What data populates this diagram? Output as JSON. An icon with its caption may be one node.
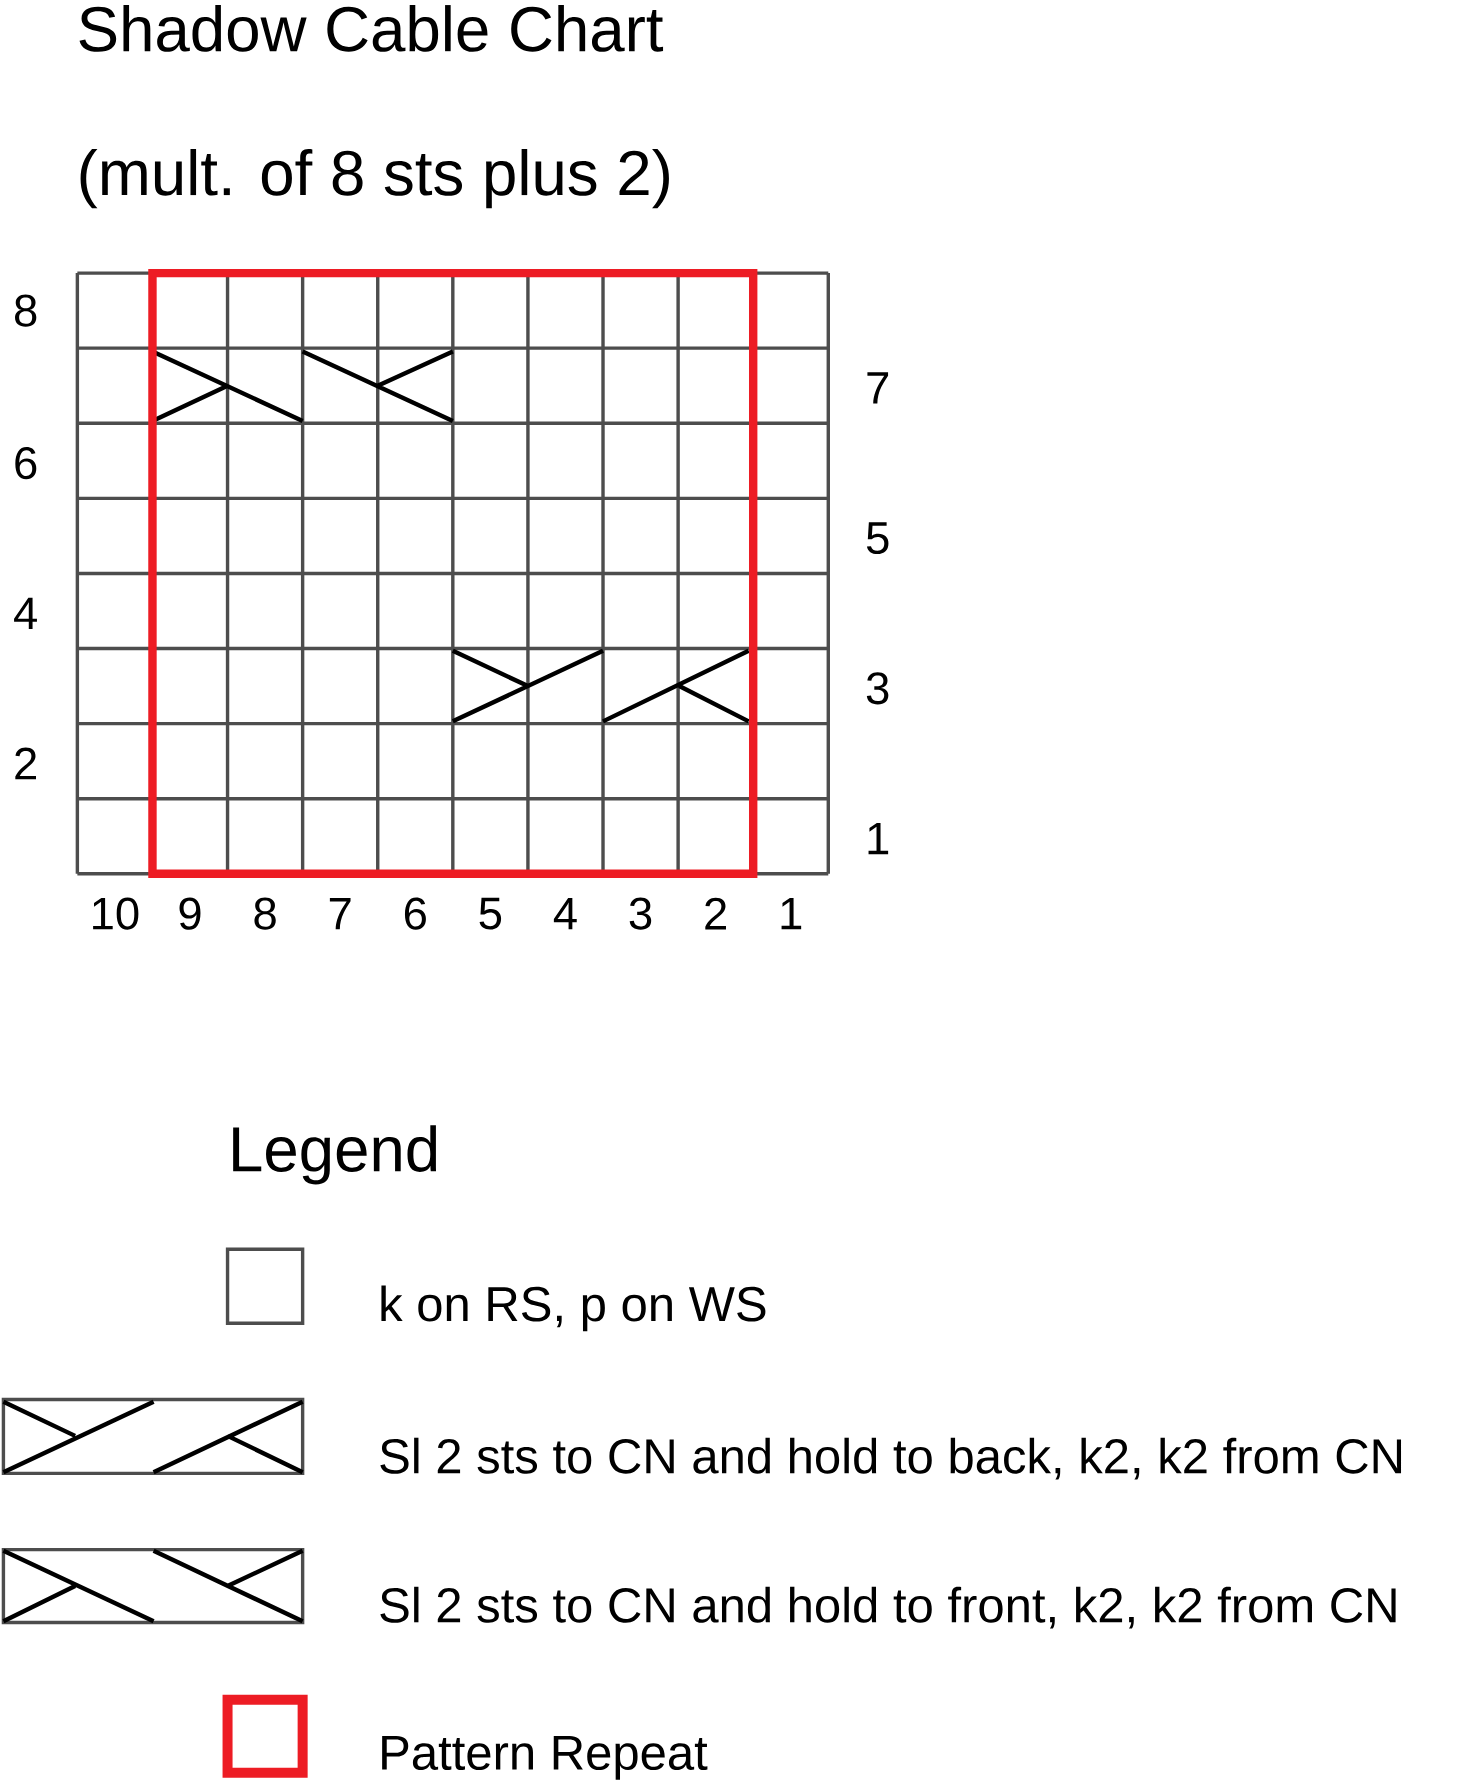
{
  "diagram": {
    "title": "Shadow Cable Chart",
    "labels": [
      "(mult. of 8 sts plus 2)",
      "8",
      "7",
      "6",
      "5",
      "4",
      "3",
      "2",
      "1",
      "10",
      "9",
      "8",
      "7",
      "6",
      "5",
      "4",
      "3",
      "2",
      "1",
      "Legend"
    ],
    "legend": [
      {
        "text": "k on RS, p on WS"
      },
      {
        "text": "Sl 2 sts to CN and hold to back, k2, k2 from CN"
      },
      {
        "text": "Sl 2 sts to CN and hold to front, k2, k2 from CN"
      },
      {
        "text": "Pattern Repeat"
      }
    ]
  }
}
